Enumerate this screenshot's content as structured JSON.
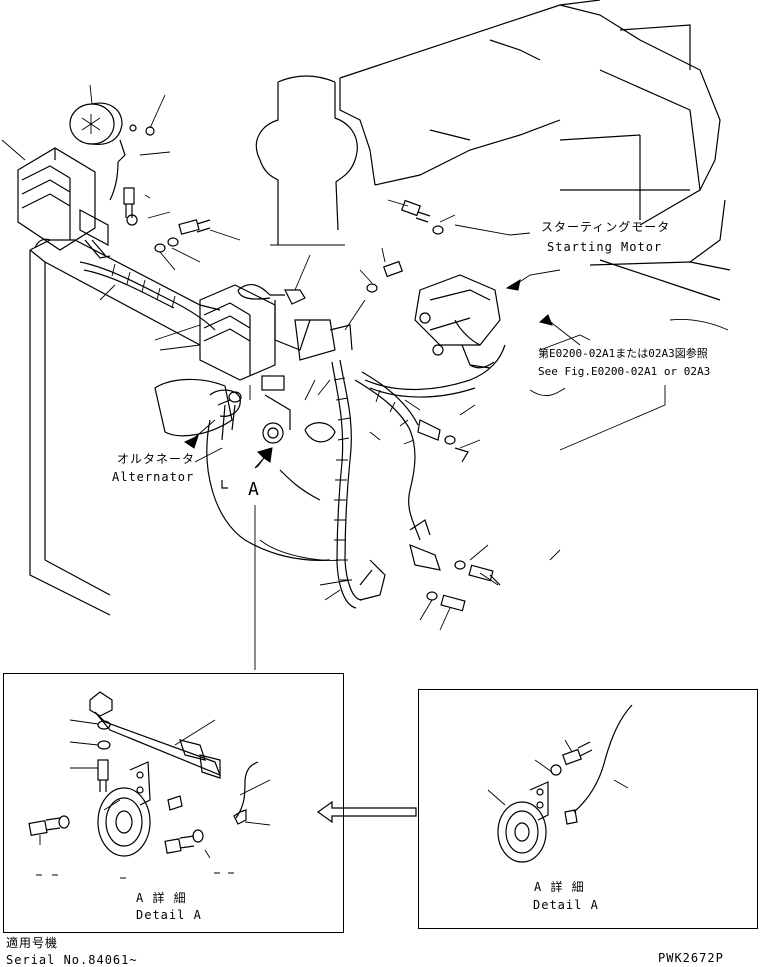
{
  "labels": {
    "starting_motor_jp": "スターティングモータ",
    "starting_motor_en": "Starting Motor",
    "see_fig_jp": "第E0200-02A1または02A3図参照",
    "see_fig_en": "See Fig.E0200-02A1 or 02A3",
    "alternator_jp": "オルタネータ",
    "alternator_en": "Alternator",
    "view_marker": "A",
    "detail_left_jp": "A 詳 細",
    "detail_left_en": "Detail A",
    "detail_right_jp": "A 詳 細",
    "detail_right_en": "Detail A",
    "serial_jp": "適用号機",
    "serial_en": "Serial No.84061~",
    "drawing_no": "PWK2672P"
  }
}
